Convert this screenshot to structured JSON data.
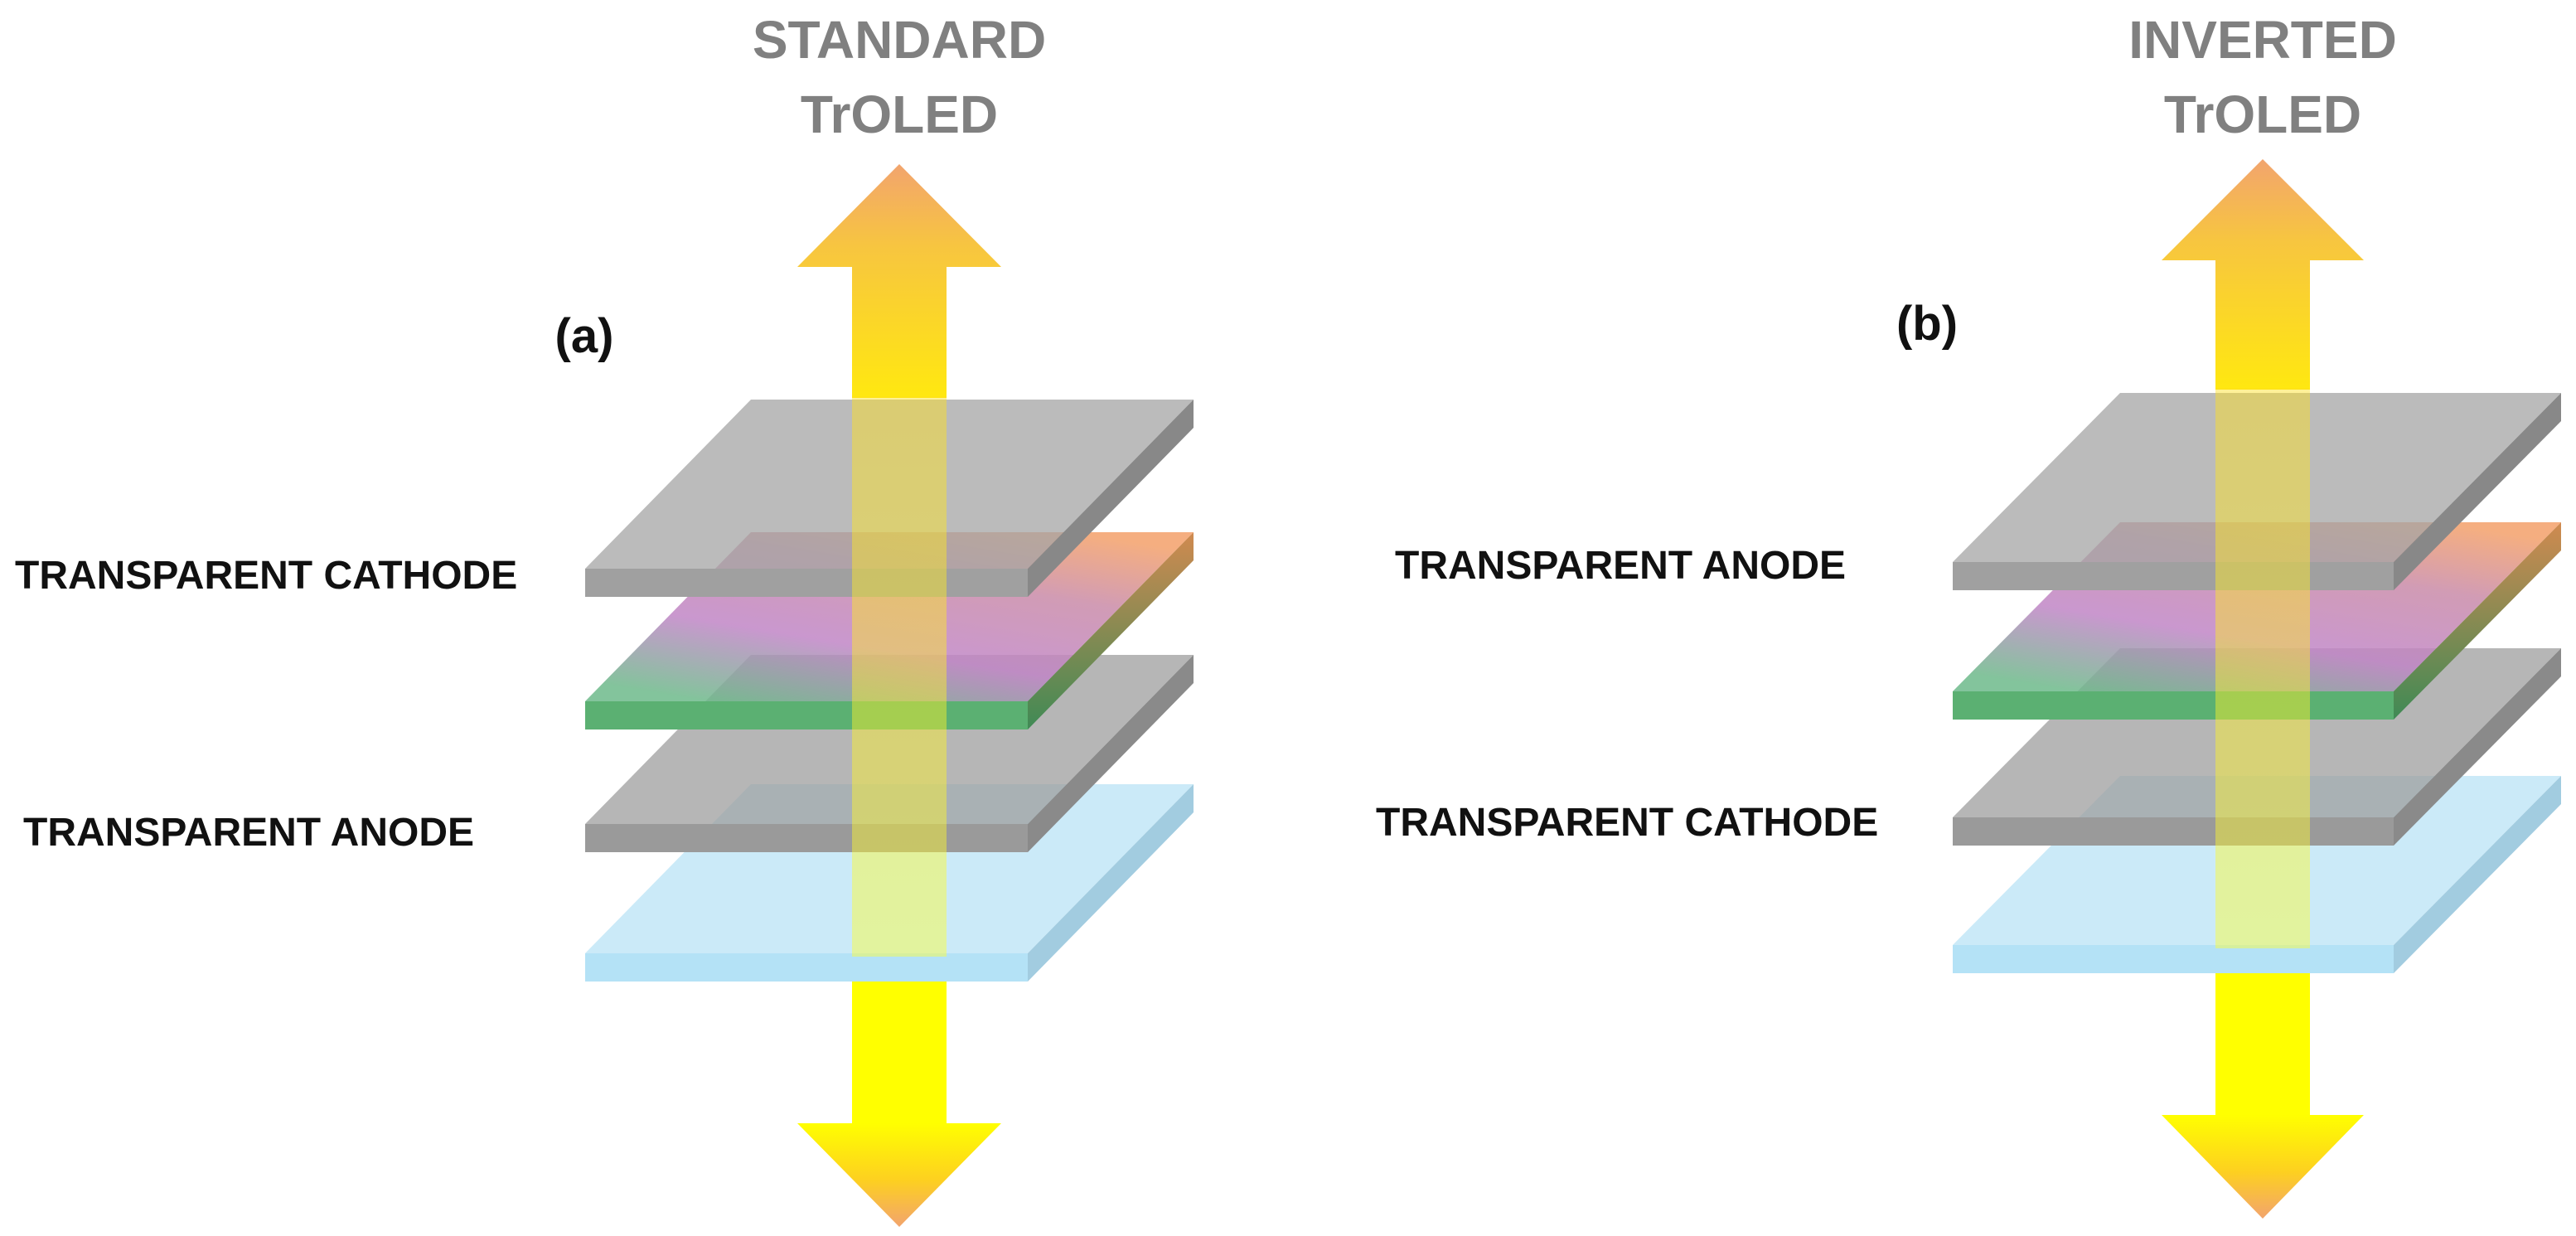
{
  "panels": [
    {
      "panel_label": "(a)",
      "title_line1": "STANDARD",
      "title_line2": "TrOLED",
      "top_electrode_label": "TRANSPARENT CATHODE",
      "bottom_electrode_label": "TRANSPARENT ANODE"
    },
    {
      "panel_label": "(b)",
      "title_line1": "INVERTED",
      "title_line2": "TrOLED",
      "top_electrode_label": "TRANSPARENT ANODE",
      "bottom_electrode_label": "TRANSPARENT CATHODE"
    }
  ],
  "colors": {
    "electrode": "#9a9a9a",
    "emissive_top": "#f0a070",
    "emissive_mid": "#c080c8",
    "emissive_bottom": "#3fa060",
    "substrate": "#aee0f5",
    "arrow_yellow": "#ffff00",
    "arrow_orange": "#f2a46e",
    "title_gray": "#808080"
  }
}
